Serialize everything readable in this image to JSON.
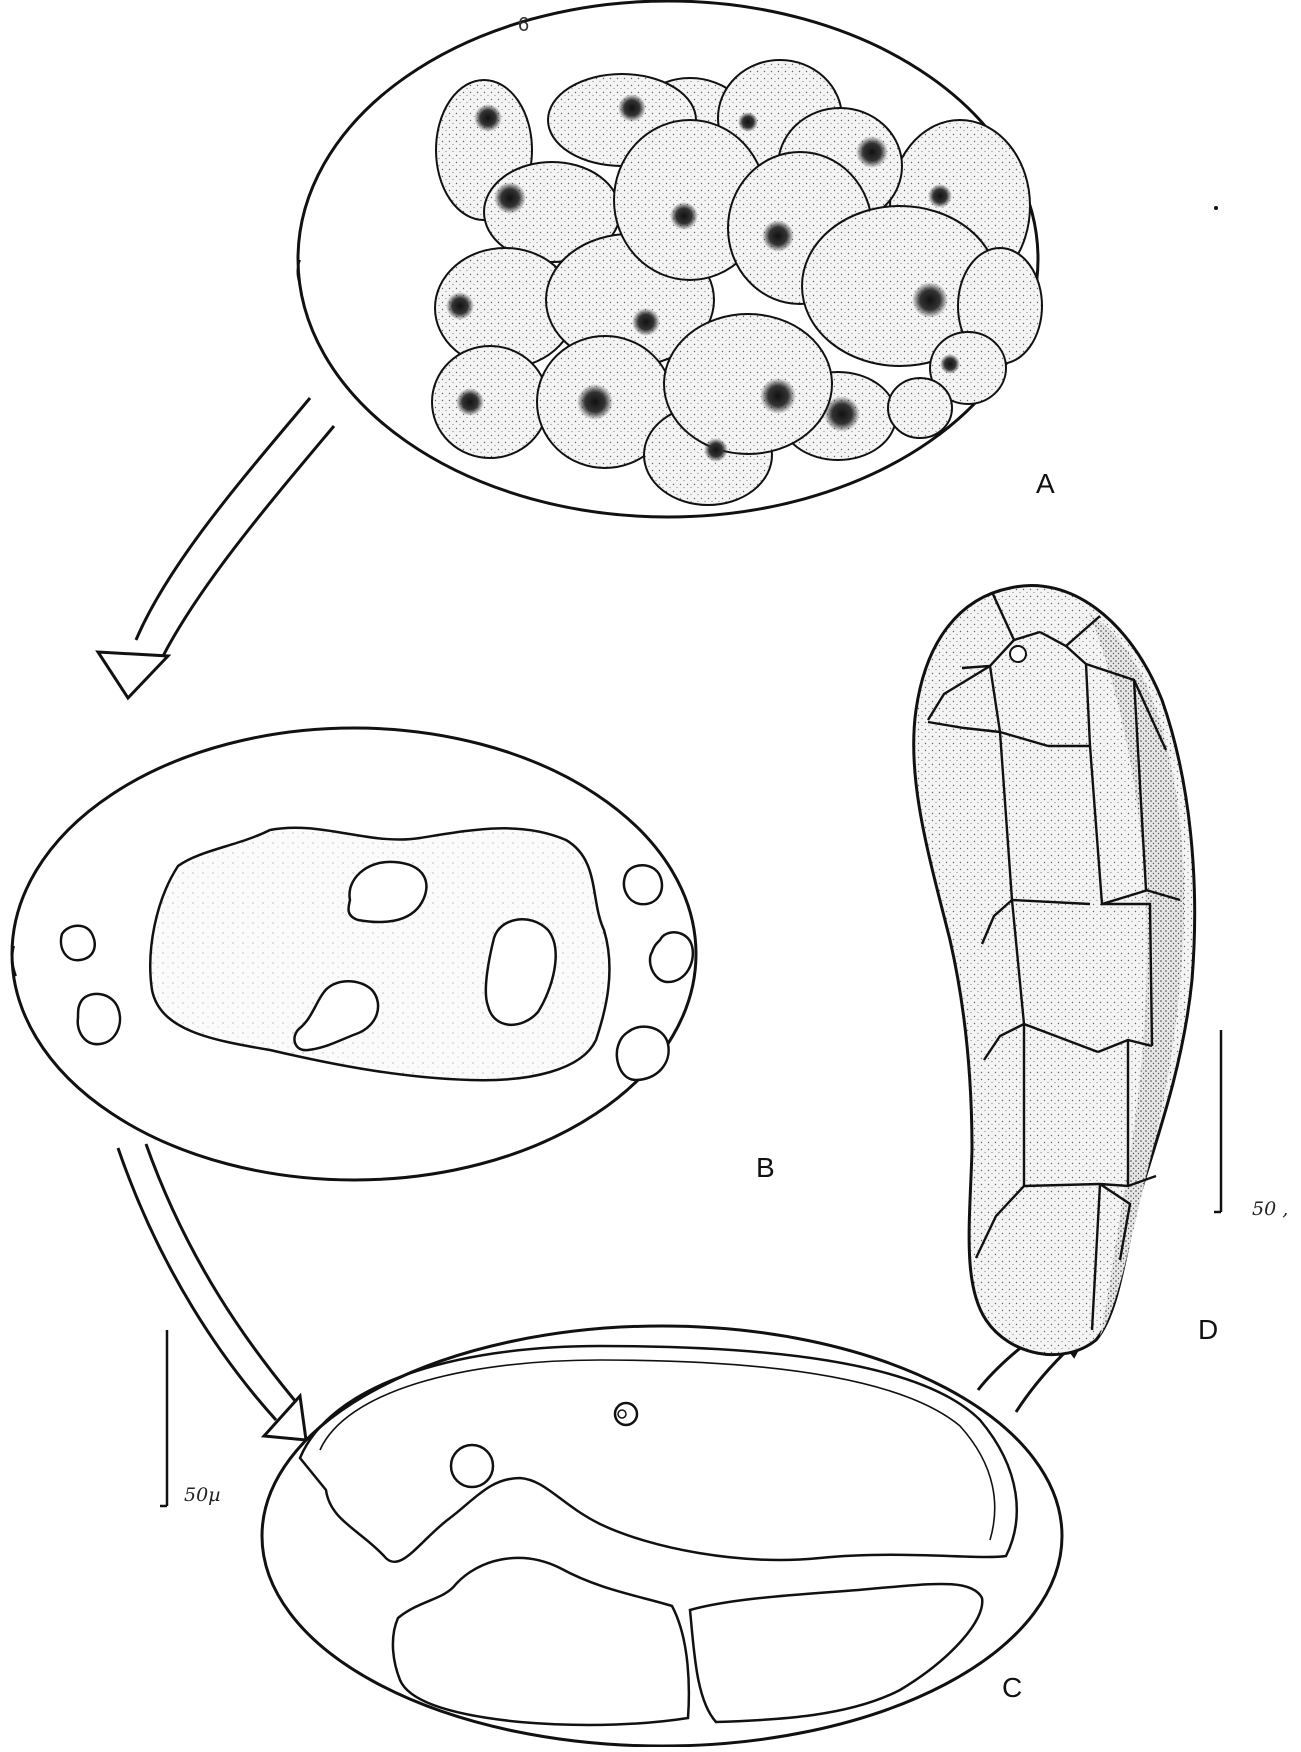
{
  "figure": {
    "page_number": "6",
    "panel_labels": {
      "a": "A",
      "b": "B",
      "c": "C",
      "d": "D"
    },
    "scale_bars": {
      "left": "50µ",
      "right": "50 ,"
    },
    "ink_color": "#111111"
  }
}
